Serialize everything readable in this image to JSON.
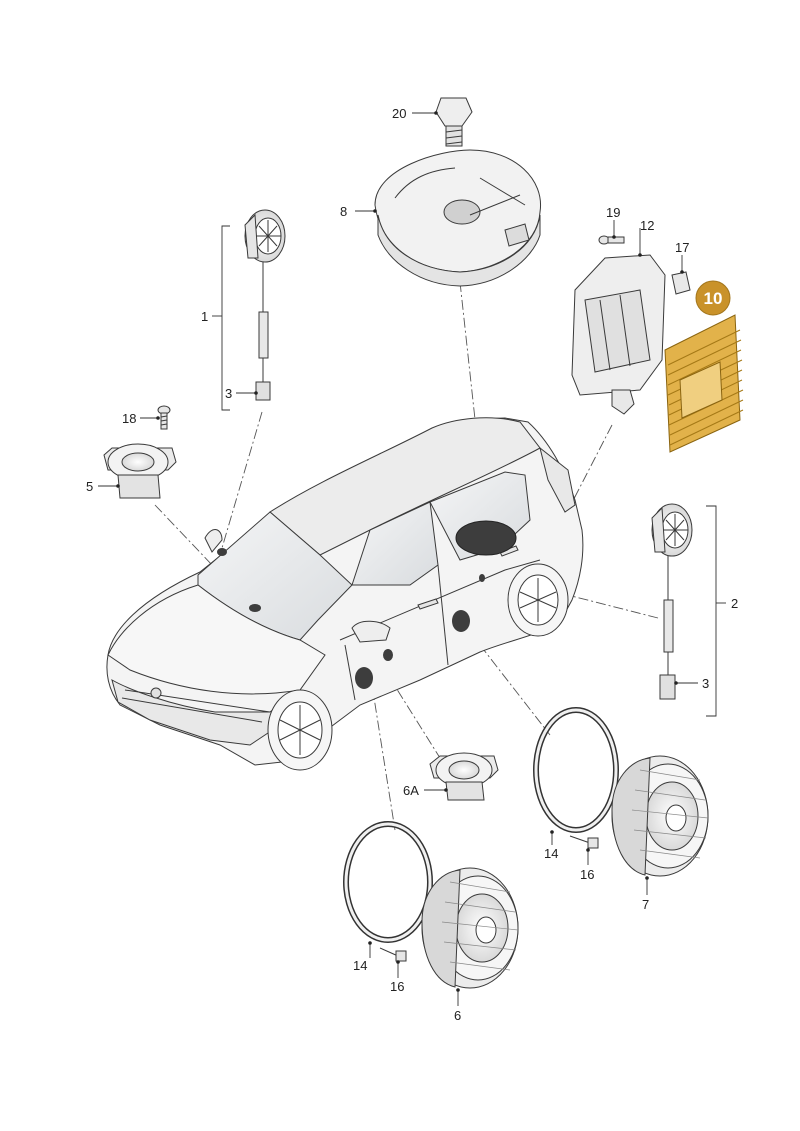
{
  "callouts": {
    "c1": "1",
    "c2": "2",
    "c3a": "3",
    "c3b": "3",
    "c5": "5",
    "c6": "6",
    "c6a": "6A",
    "c7": "7",
    "c8": "8",
    "c10": "10",
    "c12": "12",
    "c14a": "14",
    "c14b": "14",
    "c16a": "16",
    "c16b": "16",
    "c17": "17",
    "c18": "18",
    "c19": "19",
    "c20": "20"
  },
  "colors": {
    "highlight": "#d4a23a",
    "line_art": "#3a3a3a",
    "part_fill": "#f2f2f2",
    "glass_fill": "#e4e6e8",
    "background": "#ffffff"
  },
  "icons": {
    "callout_dot": "leader-dot"
  }
}
